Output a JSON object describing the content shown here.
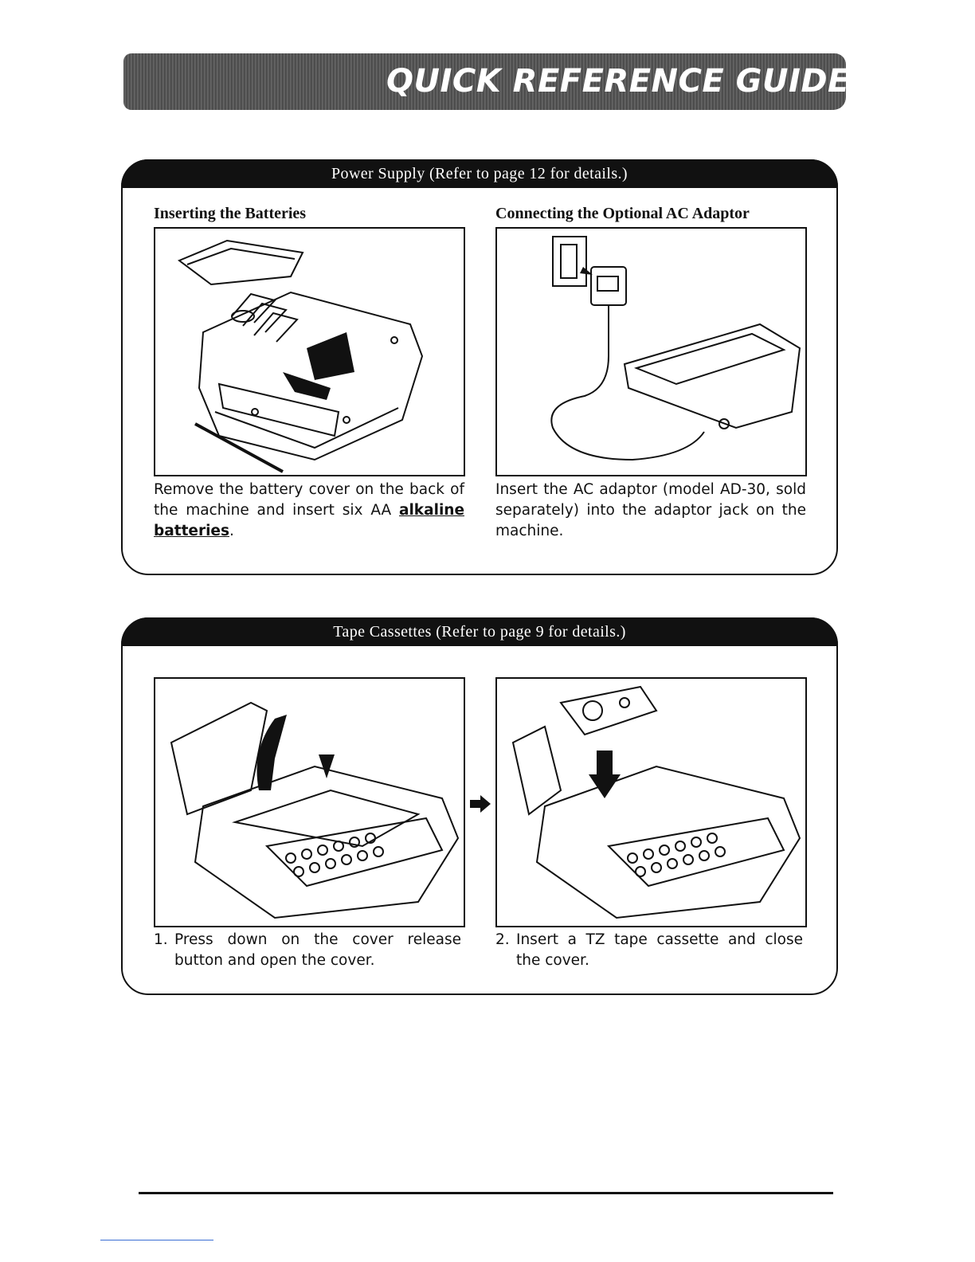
{
  "banner": {
    "title": "QUICK REFERENCE GUIDE"
  },
  "power": {
    "header": "Power Supply (Refer to page 12 for details.)",
    "left": {
      "heading": "Inserting the Batteries",
      "caption_start": "Remove the battery cover on the back of the machine and insert six AA ",
      "caption_em": "alkaline batteries",
      "caption_end": "."
    },
    "right": {
      "heading": "Connecting the Optional AC Adaptor",
      "caption": "Insert the AC adaptor (model AD-30, sold separately) into the adaptor jack on the machine."
    }
  },
  "tape": {
    "header": "Tape Cassettes (Refer to page 9 for details.)",
    "step1": {
      "num": "1.",
      "text": "Press down on the cover release button and open the cover."
    },
    "step2": {
      "num": "2.",
      "text": "Insert a TZ tape cassette and close the cover."
    }
  },
  "icons": {
    "next_step": "right-arrow-icon"
  }
}
